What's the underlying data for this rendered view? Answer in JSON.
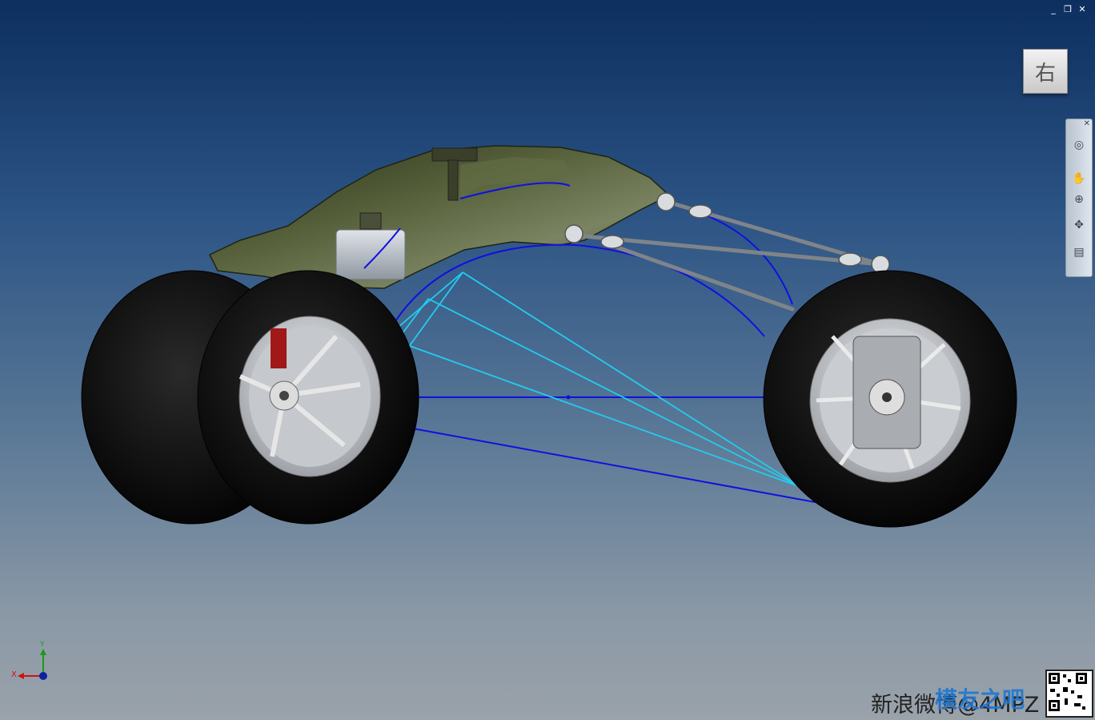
{
  "window": {
    "minimize_label": "_",
    "restore_label": "❐",
    "close_label": "✕"
  },
  "viewcube": {
    "face_label": "右"
  },
  "navbar": {
    "items": [
      {
        "icon": "steering-wheel-icon"
      },
      {
        "icon": "pan-hand-icon"
      },
      {
        "icon": "zoom-icon"
      },
      {
        "icon": "orbit-icon"
      },
      {
        "icon": "look-at-icon"
      }
    ],
    "close_label": "✕"
  },
  "triad": {
    "x_label": "X",
    "y_label": "Y"
  },
  "watermark": {
    "text": "新浪微博@4MPZ",
    "logo_text": "模友之吧"
  },
  "colors": {
    "sketch_blue": "#1010e0",
    "sketch_cyan": "#22ccf0",
    "tire": "#111111",
    "rim": "#cfd2d6",
    "chassis": "#3c4424"
  }
}
